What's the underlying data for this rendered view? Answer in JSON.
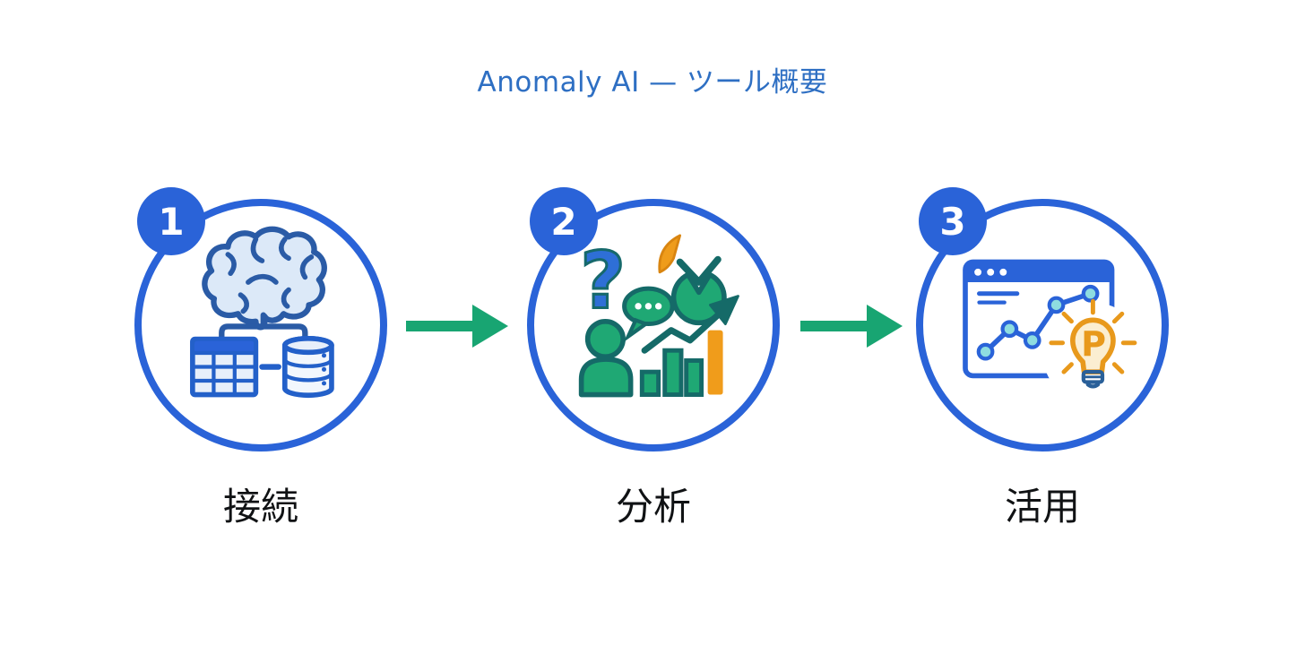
{
  "title": "Anomaly AI — ツール概要",
  "steps": [
    {
      "number": "1",
      "label": "接続",
      "icon": "brain-data-connection-icon"
    },
    {
      "number": "2",
      "label": "分析",
      "icon": "analysis-charts-icon"
    },
    {
      "number": "3",
      "label": "活用",
      "icon": "dashboard-insight-icon"
    }
  ],
  "bulb_letter": "P",
  "icons": {
    "arrow": "arrow-right-icon",
    "step1": [
      "brain-icon",
      "table-icon",
      "database-icon"
    ],
    "step2": [
      "question-mark-icon",
      "person-icon",
      "speech-bubble-icon",
      "pie-chart-icon",
      "trend-arrow-icon",
      "bar-chart-icon"
    ],
    "step3": [
      "browser-window-icon",
      "line-chart-icon",
      "lightbulb-icon"
    ]
  },
  "colors": {
    "primary_blue": "#2a63d8",
    "title_blue": "#2e6fc3",
    "icon_stroke_blue": "#2a5ba6",
    "light_blue_fill": "#dce9f8",
    "green": "#1fa874",
    "arrow_green": "#18a572",
    "dark_teal": "#156a68",
    "orange": "#ef9c1b",
    "cream_fill": "#fbeed1",
    "label_text": "#101214"
  }
}
